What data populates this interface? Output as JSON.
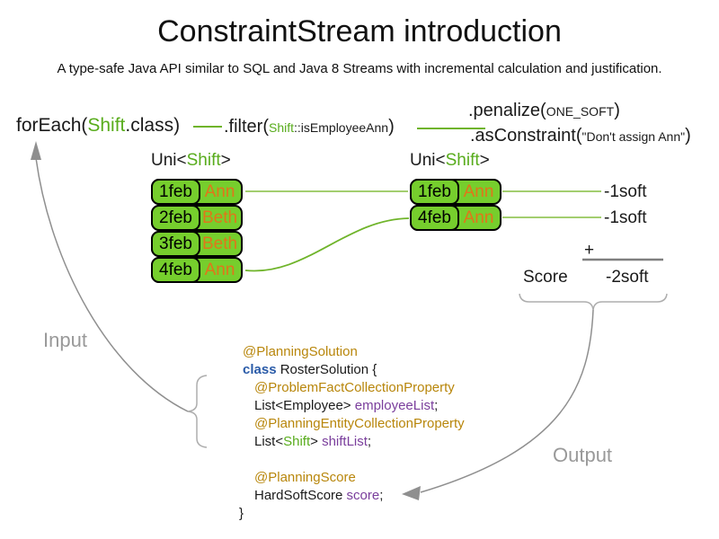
{
  "title": "ConstraintStream introduction",
  "subtitle": "A type-safe Java API similar to SQL and Java 8 Streams with incremental calculation and justification.",
  "pipeline": {
    "foreach": {
      "pre": "forEach(",
      "type": "Shift",
      "post": ".class)"
    },
    "filter": {
      "pre": ".filter(",
      "type": "Shift",
      "arg": "::isEmployeeAnn",
      "close": ")"
    },
    "penalize": {
      "pre": ".penalize(",
      "arg": "ONE_SOFT",
      "close": ")"
    },
    "as_constraint": {
      "pre": ".asConstraint(",
      "arg": "\"Don't assign Ann\"",
      "close": ")"
    }
  },
  "left_stream": {
    "header": {
      "pre": "Uni<",
      "type": "Shift",
      "post": ">"
    },
    "rows": [
      {
        "date": "1feb",
        "employee": "Ann"
      },
      {
        "date": "2feb",
        "employee": "Beth"
      },
      {
        "date": "3feb",
        "employee": "Beth"
      },
      {
        "date": "4feb",
        "employee": "Ann"
      }
    ]
  },
  "right_stream": {
    "header": {
      "pre": "Uni<",
      "type": "Shift",
      "post": ">"
    },
    "rows": [
      {
        "date": "1feb",
        "employee": "Ann",
        "score": "-1soft"
      },
      {
        "date": "4feb",
        "employee": "Ann",
        "score": "-1soft"
      }
    ]
  },
  "score_summary": {
    "operator": "+",
    "label": "Score",
    "total": "-2soft"
  },
  "flow_labels": {
    "input": "Input",
    "output": "Output"
  },
  "code": {
    "l1": {
      "annotation": "@PlanningSolution"
    },
    "l2": {
      "keyword": "class",
      "rest": " RosterSolution {"
    },
    "l3": {
      "annotation": "@ProblemFactCollectionProperty"
    },
    "l4": {
      "p1": "List<Employee> ",
      "field": "employeeList",
      "p2": ";"
    },
    "l5": {
      "annotation": "@PlanningEntityCollectionProperty"
    },
    "l6": {
      "p1": "List<",
      "type": "Shift",
      "p2": "> ",
      "field": "shiftList",
      "p3": ";"
    },
    "l7": {
      "annotation": "@PlanningScore"
    },
    "l8": {
      "p1": "HardSoftScore ",
      "field": "score",
      "p2": ";"
    },
    "l9": {
      "brace": "}"
    }
  },
  "colors": {
    "shift_green": "#58AC1C",
    "box_green": "#76CE2D",
    "employee_orange": "#E0761A",
    "annotation_gold": "#B8860B",
    "keyword_blue": "#2A5BA8",
    "field_purple": "#7A3E9C",
    "flow_gray": "#999999"
  }
}
